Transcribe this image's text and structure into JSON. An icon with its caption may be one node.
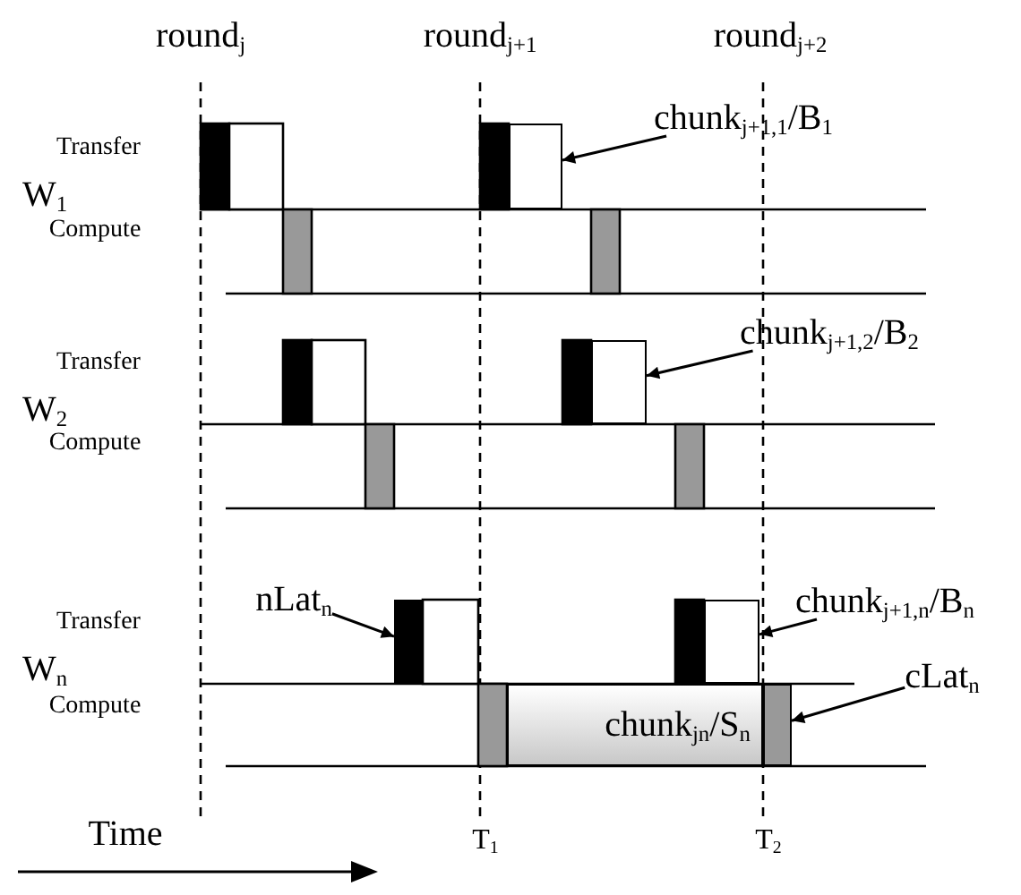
{
  "diagram": {
    "nodes": [
      {
        "text": [
          "chunk$_{j+1,1}$/B$_{1}$"
        ]
      },
      {
        "text": [],
        "shape": "box"
      },
      {
        "text": [
          "chunk$_{j+1,2}$/B$_{2}$"
        ]
      },
      {
        "text": [],
        "shape": "box"
      },
      {
        "text": [
          "nLat$_{n}$"
        ]
      },
      {
        "text": [],
        "shape": "box"
      },
      {
        "text": [
          "chunk$_{j+1,n}$/B$_{n}$"
        ]
      },
      {
        "text": [],
        "shape": "box"
      },
      {
        "text": [
          "cLat$_{n}$"
        ]
      },
      {
        "text": [
          "chunk$_{jn}$/S$_{n}$"
        ]
      },
      {
        "text": [],
        "shape": "box"
      }
    ],
    "edges": [
      {
        "from": 0,
        "to": 1,
        "arrow": "to"
      },
      {
        "from": 2,
        "to": 3,
        "arrow": "to"
      },
      {
        "from": 4,
        "to": 5,
        "arrow": "to"
      },
      {
        "from": 6,
        "to": 7,
        "arrow": "to"
      },
      {
        "from": 8,
        "to": 10,
        "arrow": "to"
      }
    ],
    "labels": [
      "round$_{j}$",
      "round$_{j+1}$",
      "round$_{j+2}$",
      "Transfer",
      "W$_{1}$",
      "Compute",
      "Transfer",
      "W$_{2}$",
      "Compute",
      "Transfer",
      "W$_{n}$",
      "Compute",
      "Time",
      "T$_{1}$",
      "T$_{2}$"
    ]
  }
}
